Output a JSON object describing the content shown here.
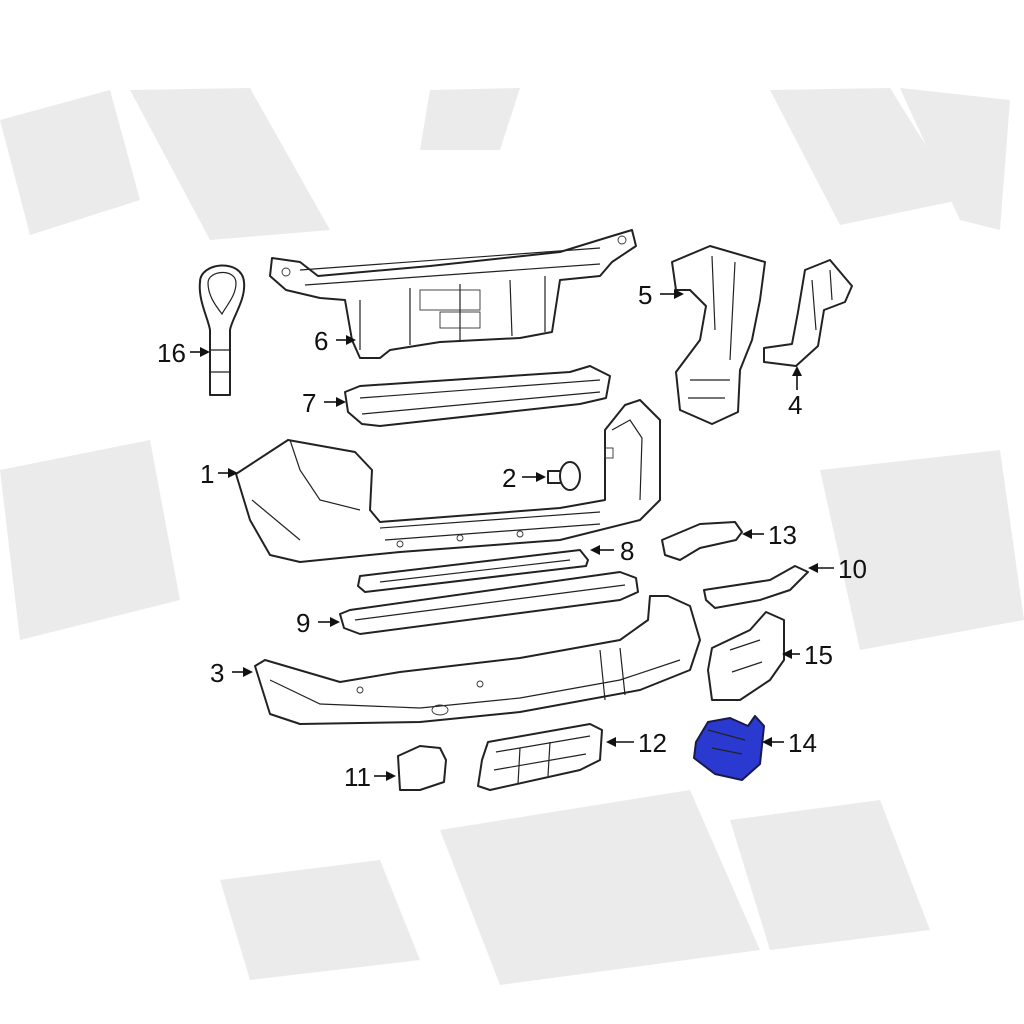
{
  "highlight_color": "#2a3ad0",
  "callouts": [
    {
      "id": "c1",
      "label": "1"
    },
    {
      "id": "c2",
      "label": "2"
    },
    {
      "id": "c3",
      "label": "3"
    },
    {
      "id": "c4",
      "label": "4"
    },
    {
      "id": "c5",
      "label": "5"
    },
    {
      "id": "c6",
      "label": "6"
    },
    {
      "id": "c7",
      "label": "7"
    },
    {
      "id": "c8",
      "label": "8"
    },
    {
      "id": "c9",
      "label": "9"
    },
    {
      "id": "c10",
      "label": "10"
    },
    {
      "id": "c11",
      "label": "11"
    },
    {
      "id": "c12",
      "label": "12"
    },
    {
      "id": "c13",
      "label": "13"
    },
    {
      "id": "c14",
      "label": "14"
    },
    {
      "id": "c15",
      "label": "15"
    },
    {
      "id": "c16",
      "label": "16"
    }
  ]
}
